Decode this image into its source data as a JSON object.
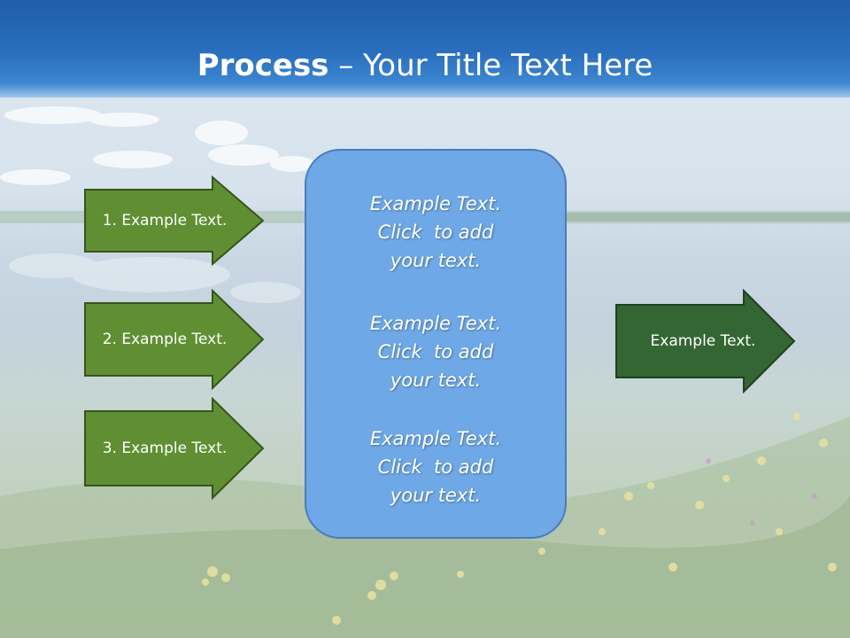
{
  "title": {
    "bold": "Process",
    "rest": " – Your Title Text Here"
  },
  "inputs": [
    {
      "label": "1. Example Text."
    },
    {
      "label": "2. Example Text."
    },
    {
      "label": "3. Example Text."
    }
  ],
  "center": {
    "paragraphs": [
      {
        "line1": "Example Text.",
        "line2": "Click  to add",
        "line3": "your text."
      },
      {
        "line1": "Example Text.",
        "line2": "Click  to add",
        "line3": "your text."
      },
      {
        "line1": "Example Text.",
        "line2": "Click  to add",
        "line3": "your text."
      }
    ]
  },
  "output": {
    "label": "Example Text."
  },
  "colors": {
    "input_arrow_fill": "#5f8f32",
    "input_arrow_stroke": "#36561b",
    "output_arrow_fill": "#336633",
    "output_arrow_stroke": "#203f20",
    "center_fill": "#6ea8e6",
    "title_bar": "#2a6fbe"
  }
}
